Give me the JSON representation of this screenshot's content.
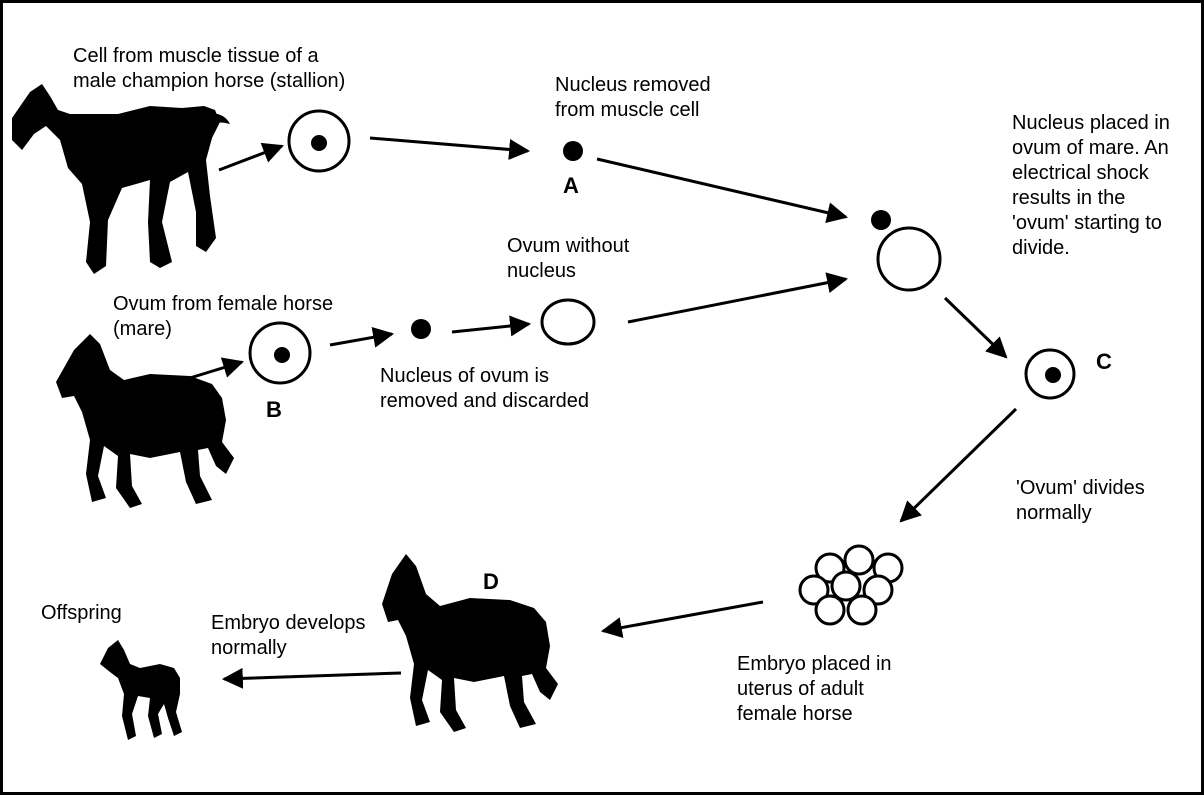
{
  "labels": {
    "stallion_cell": "Cell from muscle tissue of a\nmale champion horse (stallion)",
    "nucleus_removed": "Nucleus removed\nfrom muscle cell",
    "nucleus_placed": "Nucleus placed in\novum of mare. An\nelectrical shock\nresults in the\n'ovum' starting to\ndivide.",
    "ovum_without_nucleus": "Ovum without\nnucleus",
    "ovum_from_mare": "Ovum from female horse\n(mare)",
    "nucleus_discarded": "Nucleus of ovum is\nremoved and discarded",
    "ovum_divides": "'Ovum' divides\nnormally",
    "embryo_placed": "Embryo placed in\nuterus of adult\nfemale horse",
    "embryo_develops": "Embryo develops\nnormally",
    "offspring": "Offspring"
  },
  "letters": {
    "a": "A",
    "b": "B",
    "c": "C",
    "d": "D"
  },
  "colors": {
    "ink": "#000000",
    "background": "#ffffff"
  }
}
